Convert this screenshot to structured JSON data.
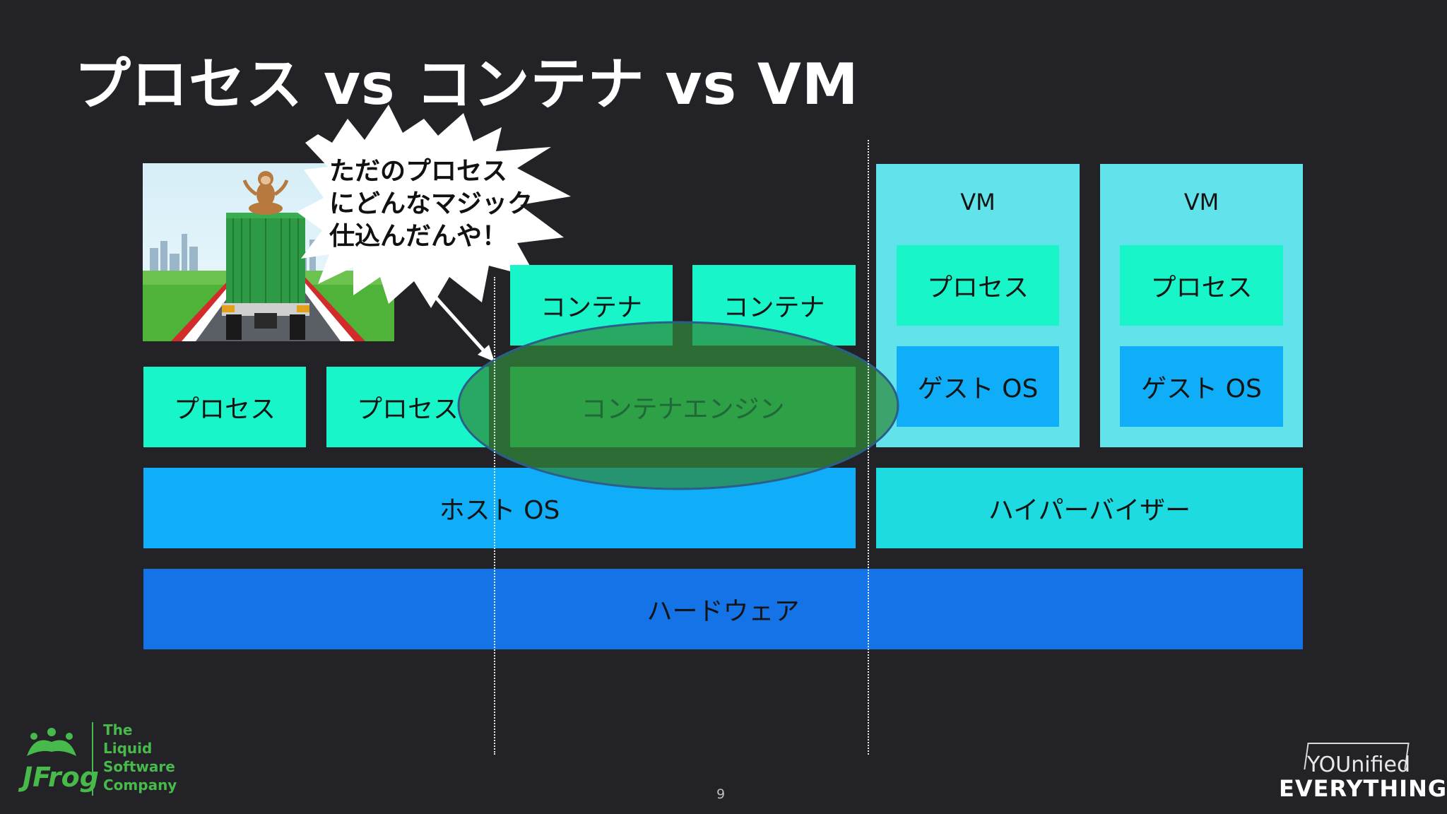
{
  "slide": {
    "title": "プロセス vs コンテナ vs VM",
    "page_number": "9"
  },
  "callout": {
    "lines": [
      "ただのプロセス",
      "にどんなマジック",
      "仕込んだんや！"
    ]
  },
  "stack": {
    "process_1": "プロセス",
    "process_2": "プロセス",
    "container_1": "コンテナ",
    "container_2": "コンテナ",
    "container_engine": "コンテナエンジン",
    "host_os": "ホスト OS",
    "hypervisor": "ハイパーバイザー",
    "hardware": "ハードウェア",
    "vms": [
      {
        "label": "VM",
        "process": "プロセス",
        "guest_os": "ゲスト OS"
      },
      {
        "label": "VM",
        "process": "プロセス",
        "guest_os": "ゲスト OS"
      }
    ]
  },
  "footer": {
    "logo_word": "JFrog",
    "tagline": [
      "The",
      "Liquid",
      "Software",
      "Company"
    ],
    "brand_line1": "YOUnified",
    "brand_line2": "EVERYTHING"
  },
  "colors": {
    "background": "#232327",
    "process": "#18f5c8",
    "os": "#10aef8",
    "hardware": "#1473e6",
    "hypervisor": "#1ddbe0",
    "vm_frame": "#62e2ea",
    "engine": "#2ed65e"
  }
}
